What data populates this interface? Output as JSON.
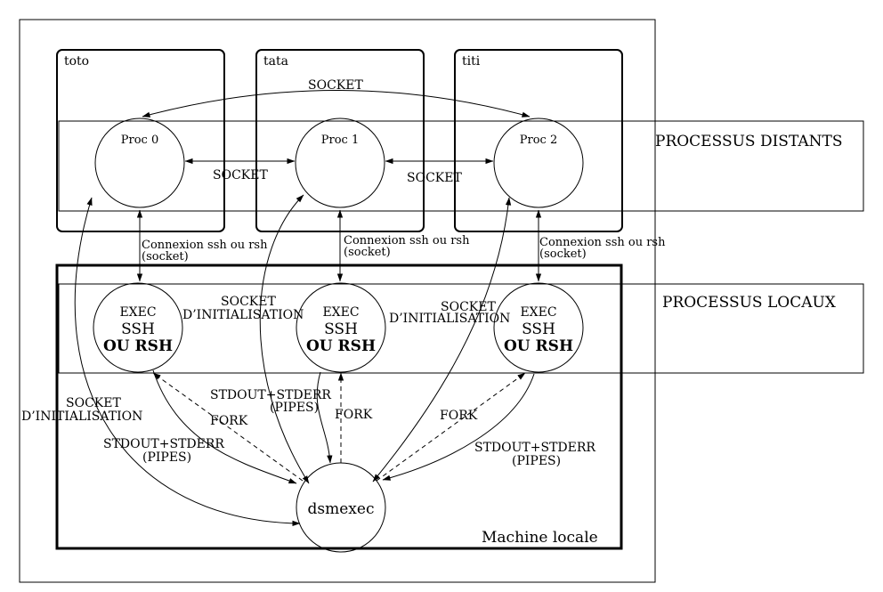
{
  "hosts": [
    {
      "name": "toto",
      "proc_label": "Proc 0"
    },
    {
      "name": "tata",
      "proc_label": "Proc 1"
    },
    {
      "name": "titi",
      "proc_label": "Proc 2"
    }
  ],
  "exec_node": {
    "line1": "EXEC",
    "line2": "SSH",
    "line3": "OU RSH"
  },
  "dsmexec_label": "dsmexec",
  "machine_locale_label": "Machine locale",
  "processus_distants_label": "PROCESSUS DISTANTS",
  "processus_locaux_label": "PROCESSUS LOCAUX",
  "socket_label": "SOCKET",
  "connexion_label": {
    "line1": "Connexion ssh ou rsh",
    "line2": "(socket)"
  },
  "socket_init_label": {
    "line1": "SOCKET",
    "line2": "D’INITIALISATION"
  },
  "stdout_label": {
    "line1": "STDOUT+STDERR",
    "line2": "(PIPES)"
  },
  "fork_label": "FORK"
}
